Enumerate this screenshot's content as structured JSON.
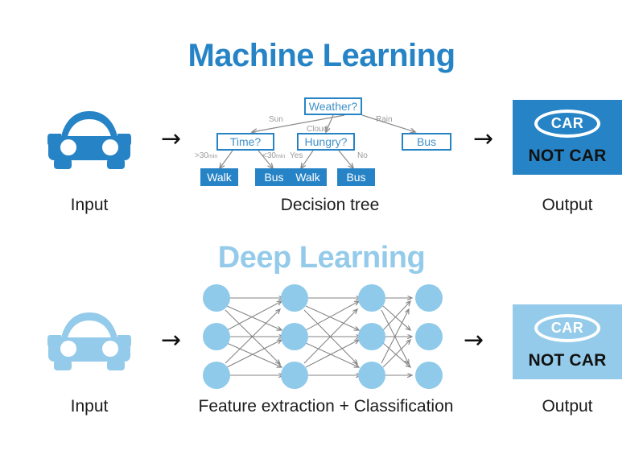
{
  "page": {
    "background": "#ffffff",
    "colors": {
      "primary_blue": "#2684C6",
      "light_blue": "#95CBEA",
      "node_blue": "#8FCAEA",
      "edge_gray": "#808080",
      "label_gray": "#9a9a9a",
      "text_black": "#1c1c1c"
    }
  },
  "sections": {
    "machine_learning": {
      "title": "Machine Learning",
      "input_label": "Input",
      "middle_label": "Decision tree",
      "output_label": "Output",
      "input_icon": "car-icon",
      "arrow_icon": "right-arrow-icon",
      "output_panel": {
        "oval_text": "CAR",
        "second_text": "NOT CAR",
        "fill": "#2684C6"
      },
      "decision_tree": {
        "root": {
          "label": "Weather?",
          "style": "hollow"
        },
        "branches": [
          {
            "label": "Sun"
          },
          {
            "label": "Cloud"
          },
          {
            "label": "Rain"
          }
        ],
        "level2": [
          {
            "label": "Time?",
            "style": "hollow"
          },
          {
            "label": "Hungry?",
            "style": "hollow"
          },
          {
            "label": "Bus",
            "style": "hollow"
          }
        ],
        "level2_branches": [
          {
            "label": ">30",
            "sub": "min"
          },
          {
            "label": "<30",
            "sub": "min"
          },
          {
            "label": "Yes",
            "sub": ""
          },
          {
            "label": "No",
            "sub": ""
          }
        ],
        "leaves": [
          {
            "label": "Walk",
            "style": "solid"
          },
          {
            "label": "Bus",
            "style": "solid"
          },
          {
            "label": "Walk",
            "style": "solid"
          },
          {
            "label": "Bus",
            "style": "solid"
          }
        ]
      }
    },
    "deep_learning": {
      "title": "Deep Learning",
      "input_label": "Input",
      "middle_label": "Feature extraction + Classification",
      "output_label": "Output",
      "input_icon": "car-icon",
      "arrow_icon": "right-arrow-icon",
      "output_panel": {
        "oval_text": "CAR",
        "second_text": "NOT CAR",
        "fill": "#95CBEA"
      },
      "neural_network": {
        "layers": 4,
        "nodes_per_layer": 3,
        "node_color": "#8FCAEA",
        "connection_color": "#7d7d7d",
        "fully_connected": true
      }
    }
  },
  "arrows": {
    "glyph": "→"
  }
}
